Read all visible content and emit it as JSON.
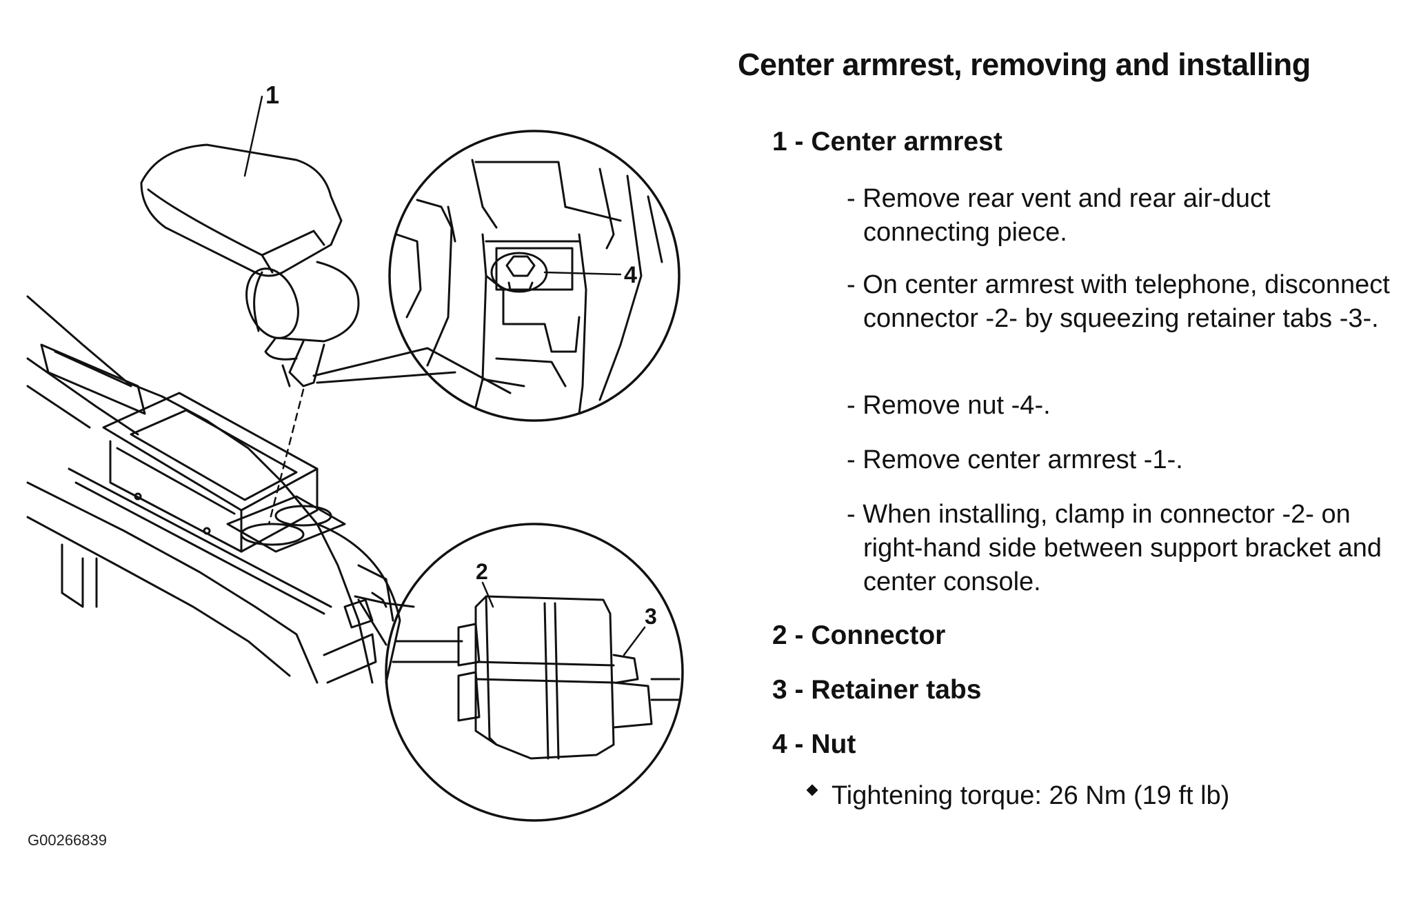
{
  "title": "Center armrest, removing and installing",
  "figure_id": "G00266839",
  "items": [
    {
      "heading": "1 - Center armrest",
      "steps": [
        "- Remove rear vent and rear air-duct connecting piece.",
        "- On center armrest with telephone, disconnect connector -2- by squeezing retainer tabs -3-.",
        "- Remove nut -4-.",
        "- Remove center armrest -1-.",
        "- When installing, clamp in connector -2- on right-hand side between support bracket and center console."
      ]
    },
    {
      "heading": "2 - Connector"
    },
    {
      "heading": "3 - Retainer tabs"
    },
    {
      "heading": "4 - Nut",
      "bullet": "Tightening torque: 26 Nm (19 ft lb)"
    }
  ],
  "callouts": [
    "1",
    "2",
    "3",
    "4"
  ]
}
